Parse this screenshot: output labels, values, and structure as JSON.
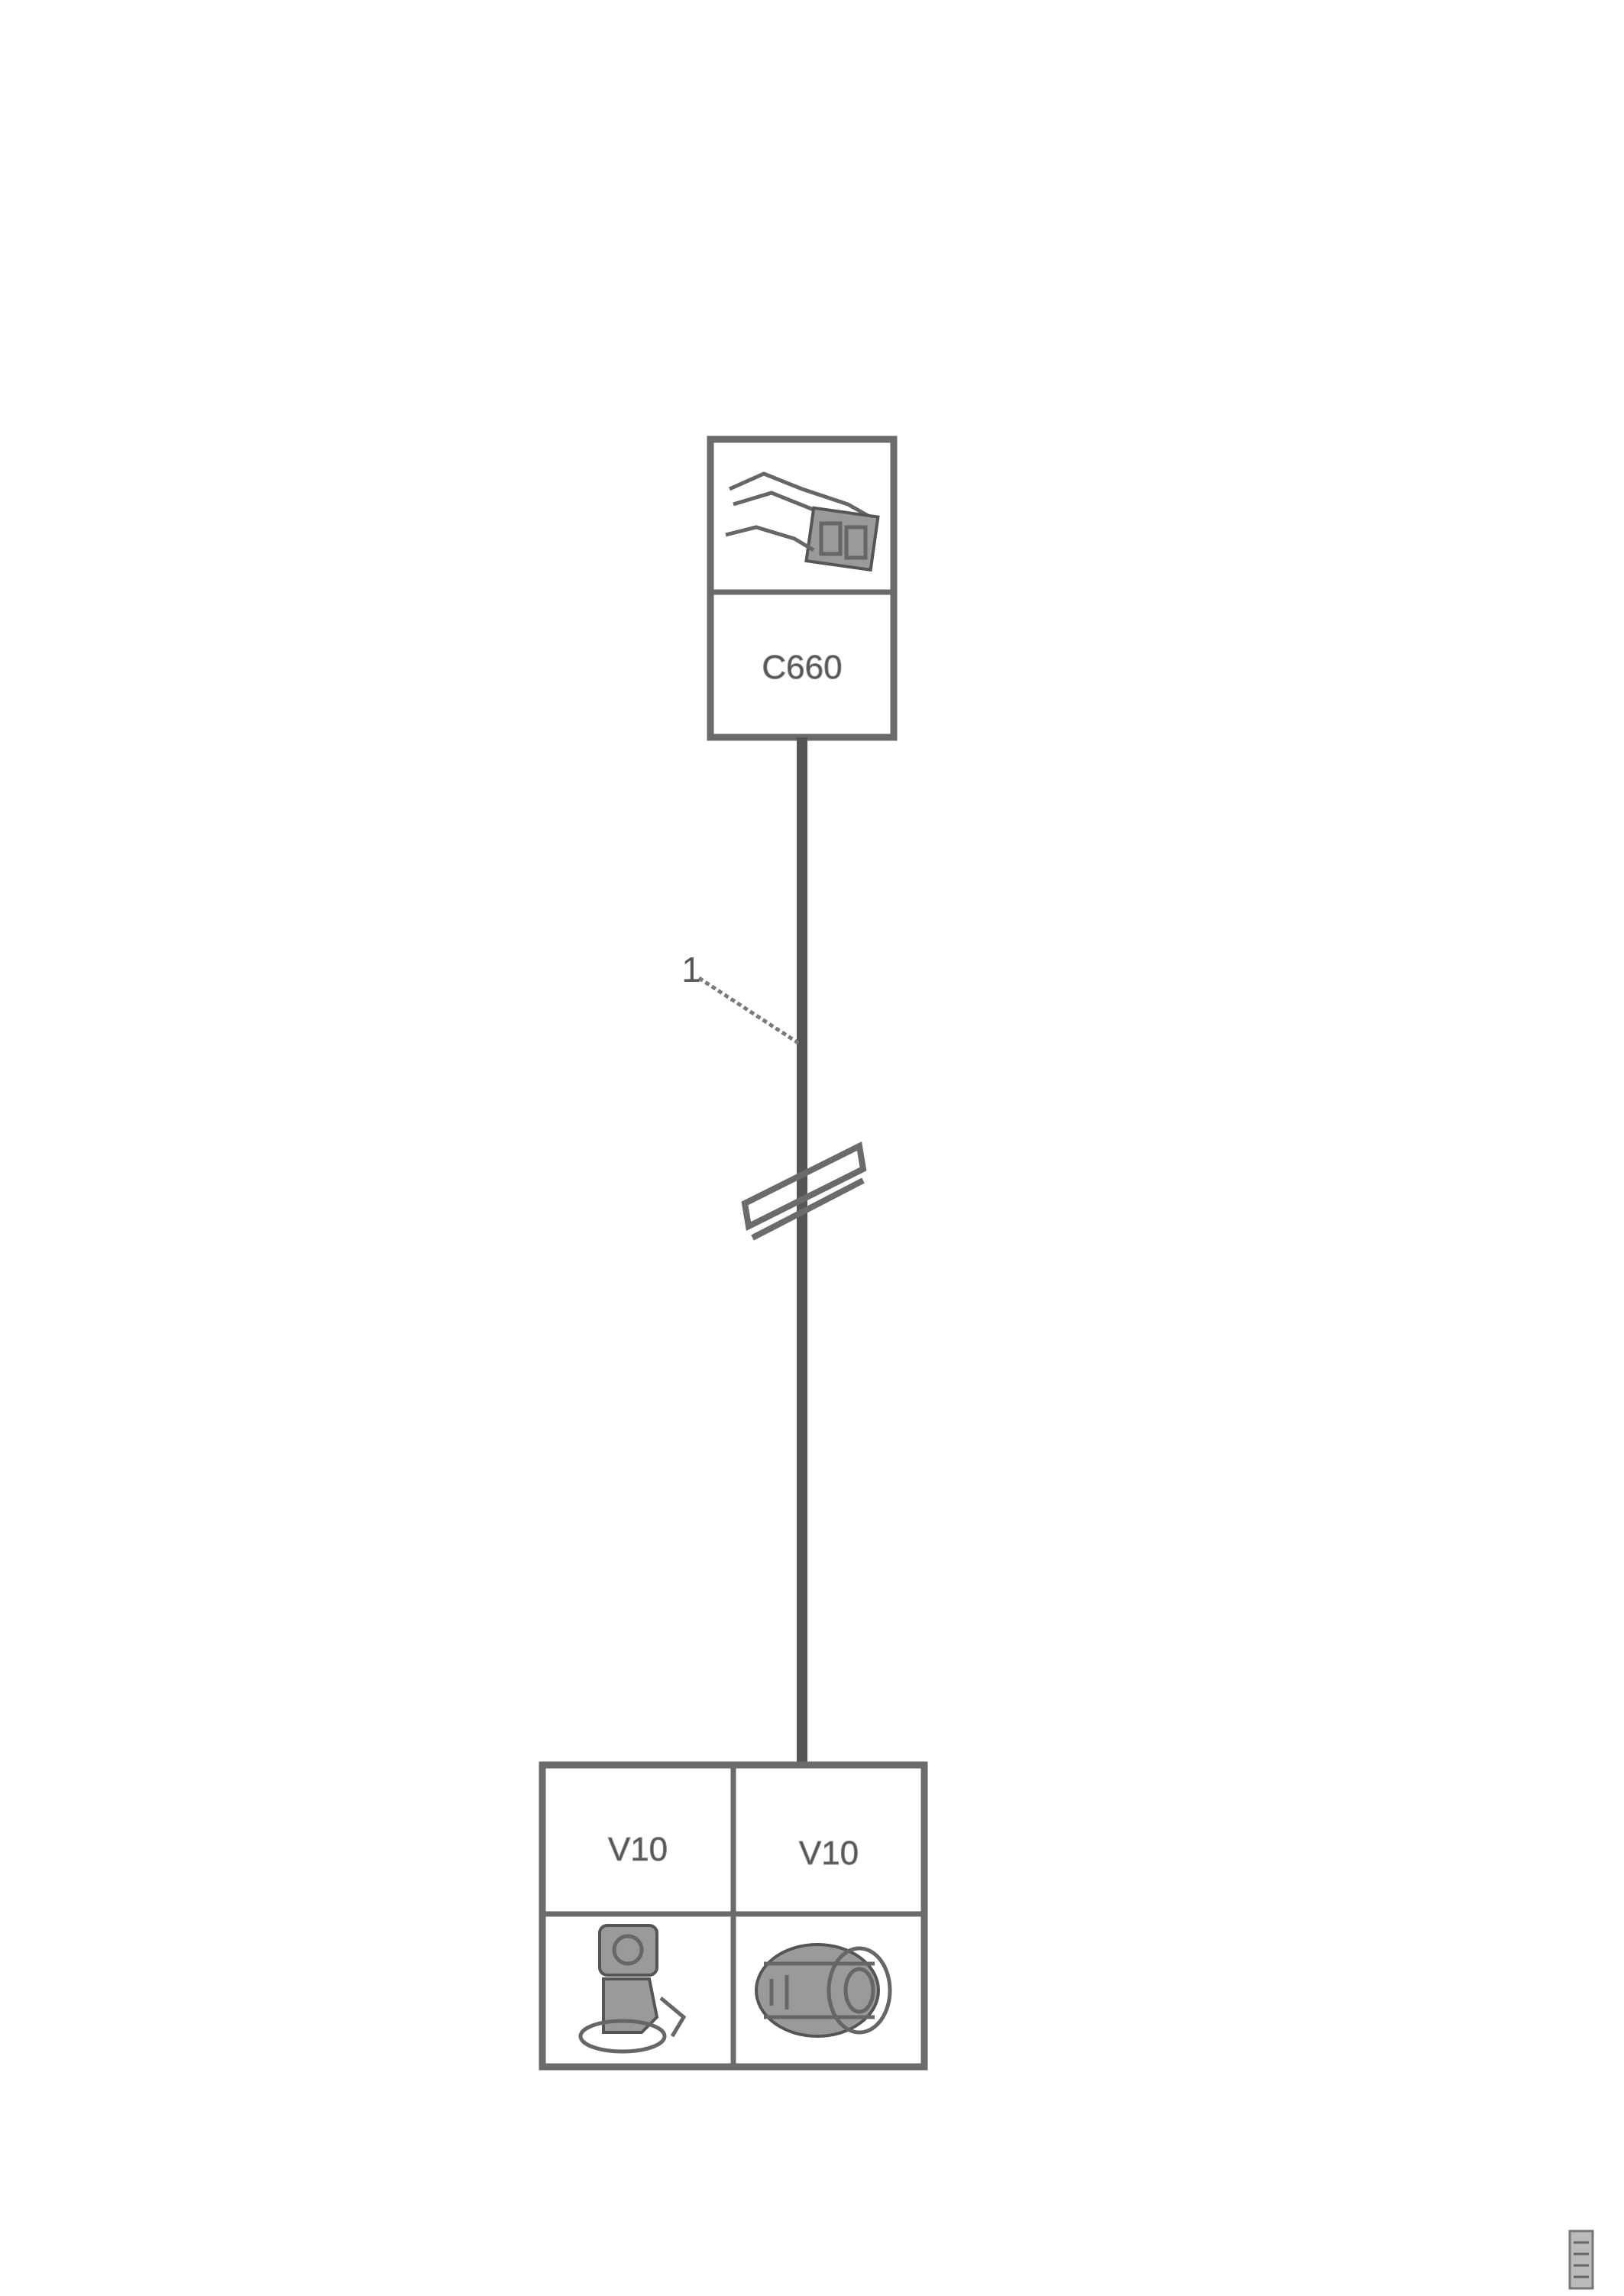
{
  "top_connector": {
    "code": "C660",
    "image_icon": "wiring-connector-icon"
  },
  "wire": {
    "callout_number": "1"
  },
  "bottom_component": {
    "left_code": "V10",
    "right_code": "V10",
    "left_image_icon": "pump-motor-icon",
    "right_image_icon": "cylindrical-motor-icon"
  },
  "corner_stamp": {
    "text": "",
    "icon": "reference-stamp-icon"
  },
  "colors": {
    "line": "#555555",
    "box": "#6b6b6b",
    "background": "#ffffff"
  }
}
